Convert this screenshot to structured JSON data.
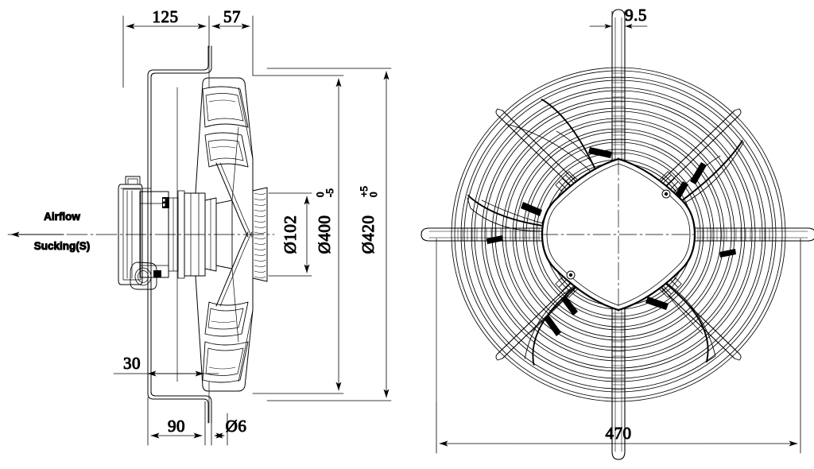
{
  "drawing": {
    "type": "axial-fan-technical-drawing",
    "line_color": "#000000",
    "background_color": "#ffffff",
    "views": [
      {
        "name": "side-section-view",
        "position": "left"
      },
      {
        "name": "front-view",
        "position": "right"
      }
    ]
  },
  "labels": {
    "airflow": "Airflow",
    "sucking": "Sucking(S)"
  },
  "dimensions": {
    "depth_125": "125",
    "depth_57": "57",
    "bracket_30": "30",
    "bracket_90": "90",
    "hole_dia_6": "Ø6",
    "hub_dia_102": "Ø102",
    "impeller_dia_400": "Ø400",
    "impeller_tol_upper": "0",
    "impeller_tol_lower": "-5",
    "ring_dia_420": "Ø420",
    "ring_tol_upper": "+5",
    "ring_tol_lower": "0",
    "wire_9_5": "9.5",
    "overall_470": "470"
  },
  "icons": {
    "airflow_arrow": "arrow-left-icon",
    "diameter_symbol": "diameter-icon"
  }
}
